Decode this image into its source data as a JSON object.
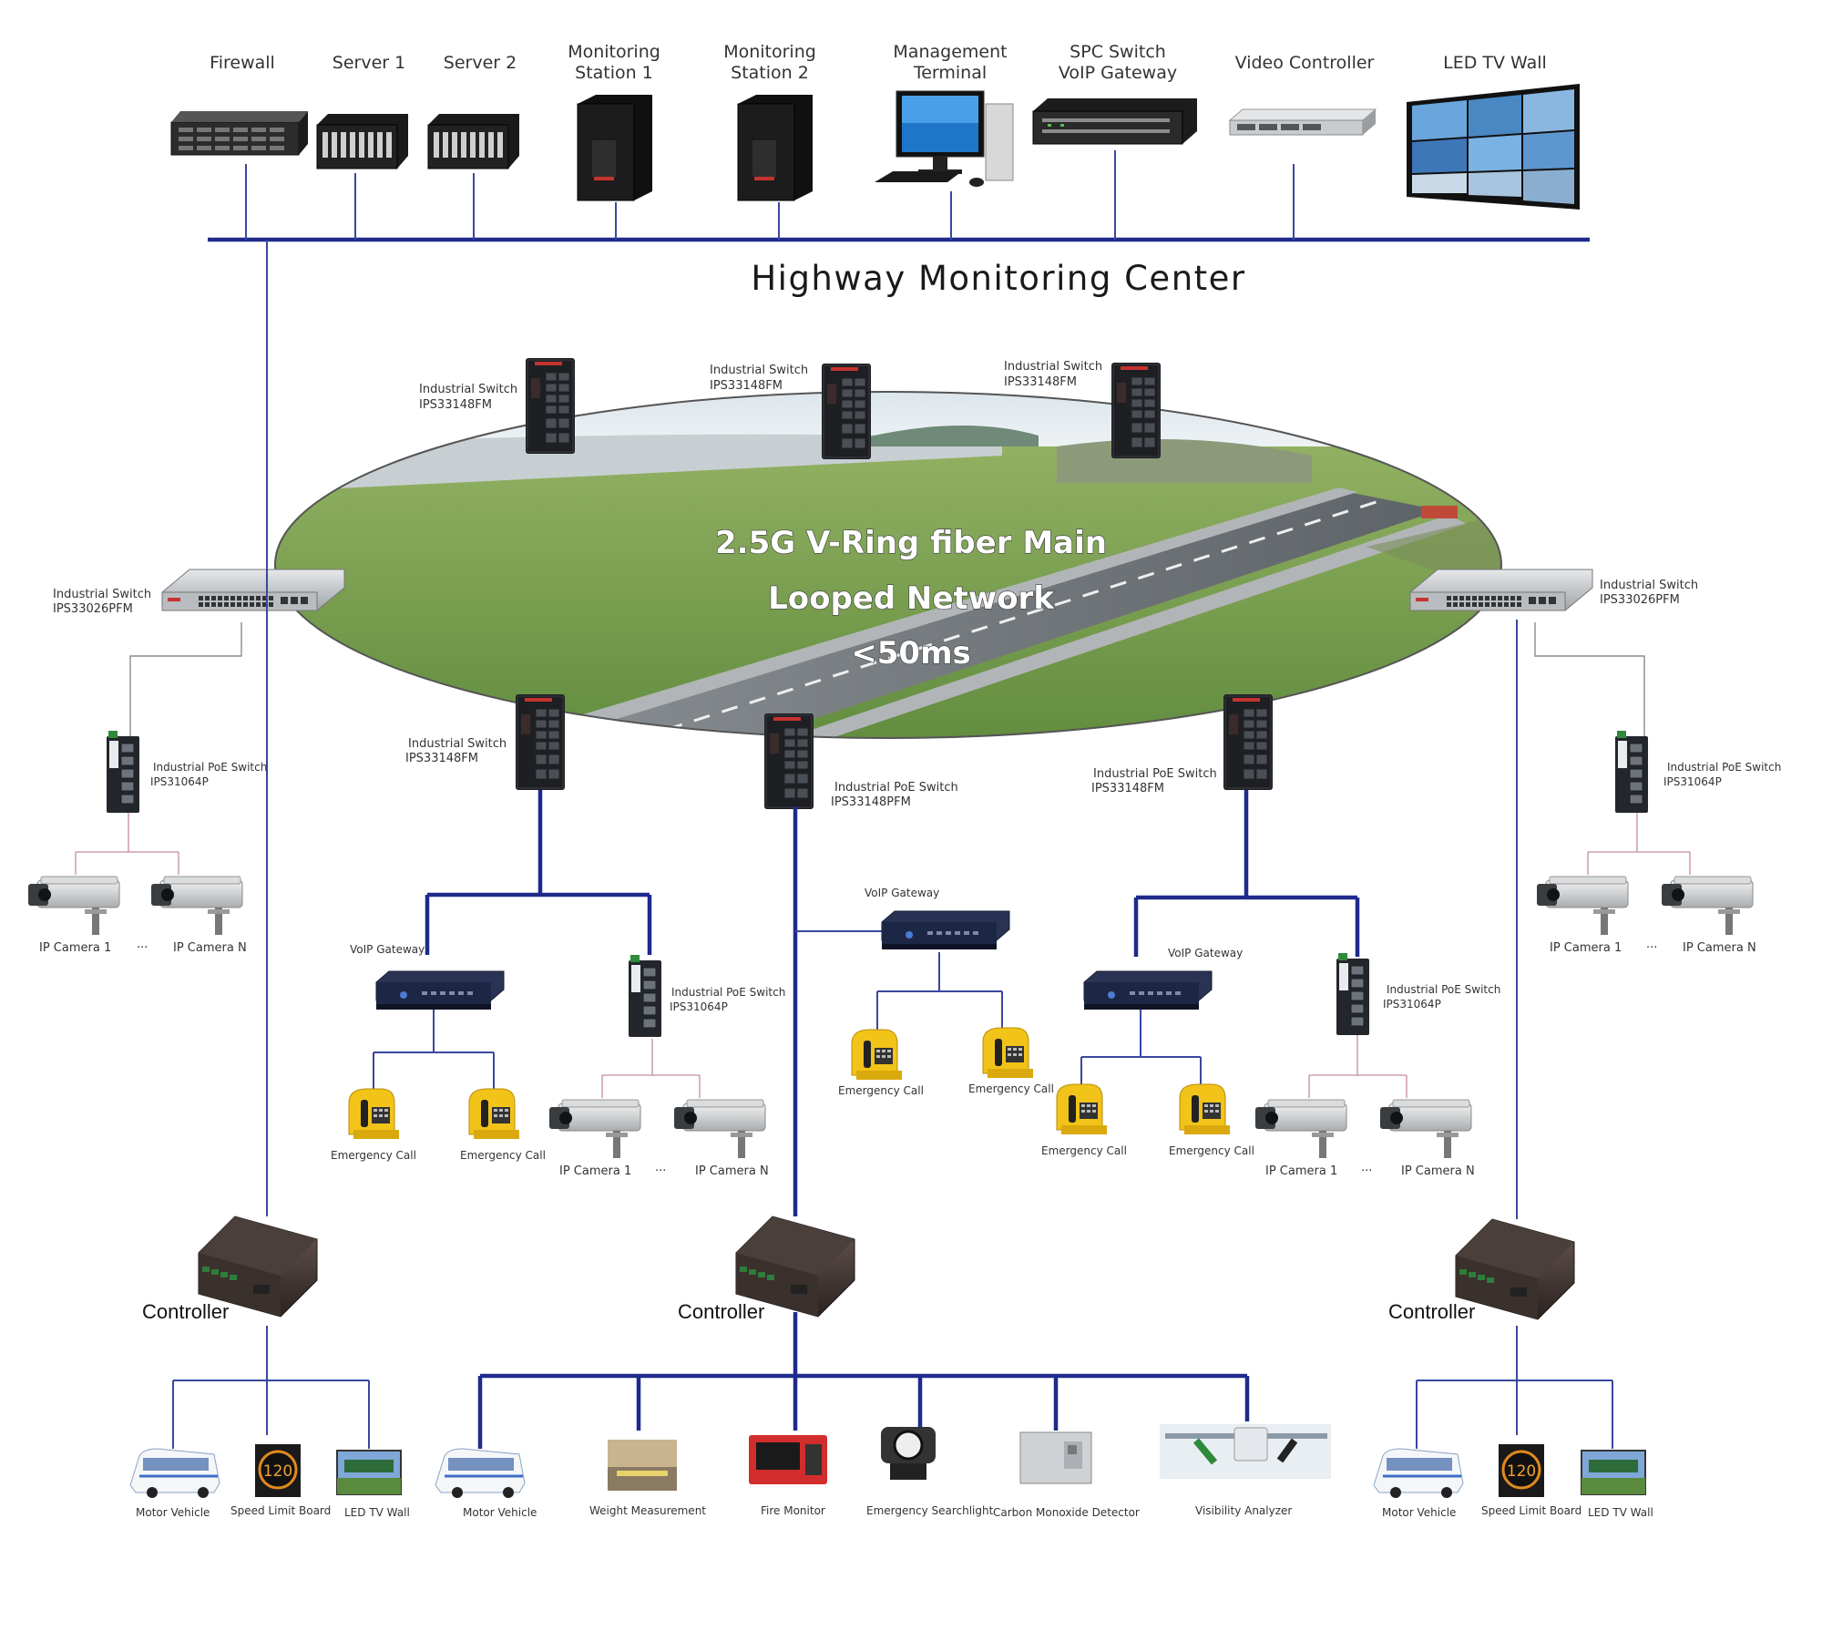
{
  "center": {
    "title": "Highway Monitoring Center",
    "devices": [
      {
        "label1": "Firewall",
        "label2": ""
      },
      {
        "label1": "Server 1",
        "label2": ""
      },
      {
        "label1": "Server 2",
        "label2": ""
      },
      {
        "label1": "Monitoring",
        "label2": "Station 1"
      },
      {
        "label1": "Monitoring",
        "label2": "Station 2"
      },
      {
        "label1": "Management",
        "label2": "Terminal"
      },
      {
        "label1": "SPC Switch",
        "label2": "VoIP Gateway"
      },
      {
        "label1": "Video Controller",
        "label2": ""
      },
      {
        "label1": "LED TV Wall",
        "label2": ""
      }
    ]
  },
  "ring": {
    "line1": "2.5G V-Ring fiber Main",
    "line2": "Looped Network",
    "line3": "<50ms"
  },
  "switches": {
    "top": [
      {
        "name": "Industrial Switch",
        "model": "IPS33148FM"
      },
      {
        "name": "Industrial Switch",
        "model": "IPS33148FM"
      },
      {
        "name": "Industrial Switch",
        "model": "IPS33148FM"
      }
    ],
    "left_main": {
      "name": "Industrial Switch",
      "model": "IPS33026PFM"
    },
    "right_main": {
      "name": "Industrial Switch",
      "model": "IPS33026PFM"
    },
    "bottom_left": {
      "name": "Industrial Switch",
      "model": "IPS33148FM"
    },
    "bottom_center": {
      "name": "Industrial PoE Switch",
      "model": "IPS33148PFM"
    },
    "bottom_right": {
      "name": "Industrial PoE Switch",
      "model": "IPS33148FM"
    }
  },
  "poe_switches": [
    {
      "name": "Industrial PoE Switch",
      "model": "IPS31064P"
    },
    {
      "name": "Industrial PoE Switch",
      "model": "IPS31064P"
    },
    {
      "name": "Industrial PoE Switch",
      "model": "IPS31064P"
    },
    {
      "name": "Industrial PoE Switch",
      "model": "IPS31064P"
    }
  ],
  "voip_label": "VoIP Gateway",
  "camera": {
    "first": "IP Camera 1",
    "ellipsis": "···",
    "last": "IP Camera N"
  },
  "emergency_call": "Emergency Call",
  "controller": "Controller",
  "endpoints": {
    "left": [
      "Motor Vehicle",
      "Speed Limit Board",
      "LED TV Wall"
    ],
    "center": [
      "Motor Vehicle",
      "Weight Measurement",
      "Fire Monitor",
      "Emergency Searchlight",
      "Carbon Monoxide Detector",
      "Visibility Analyzer"
    ],
    "right": [
      "Motor Vehicle",
      "Speed Limit Board",
      "LED TV Wall"
    ],
    "speed_limit_value": "120"
  }
}
